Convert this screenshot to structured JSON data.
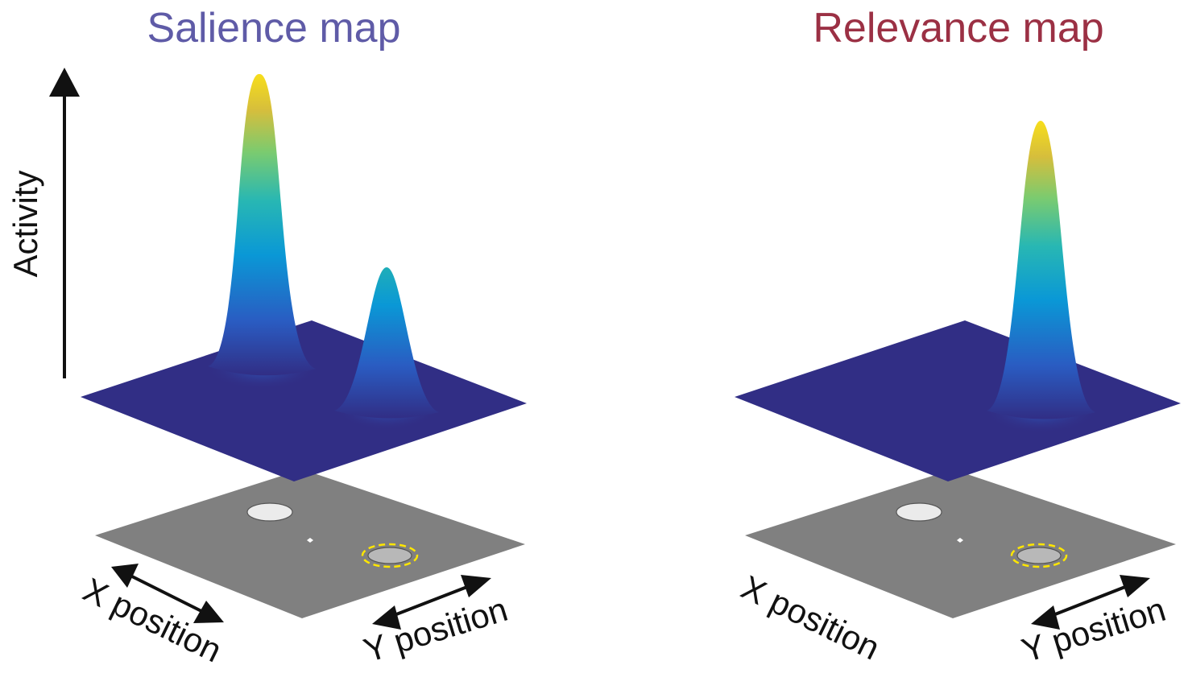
{
  "salience_panel": {
    "title": "Salience map",
    "title_color": "#5F5BA7",
    "activity_label": "Activity",
    "x_label": "X position",
    "y_label": "Y position"
  },
  "relevance_panel": {
    "title": "Relevance map",
    "title_color": "#9B3044",
    "x_label": "X position",
    "y_label": "Y position"
  },
  "colors": {
    "map_plane": "#312E85",
    "stimulus_plane": "#808080",
    "stimulus_white": "#EBEBEB",
    "stimulus_gray": "#B8B8B8",
    "target_ring": "#FFE600",
    "peak_gradient": [
      "#312E85",
      "#2A5CC2",
      "#0A98D6",
      "#28B7B3",
      "#7ACB70",
      "#D6BE3C",
      "#F7DE1B"
    ]
  }
}
